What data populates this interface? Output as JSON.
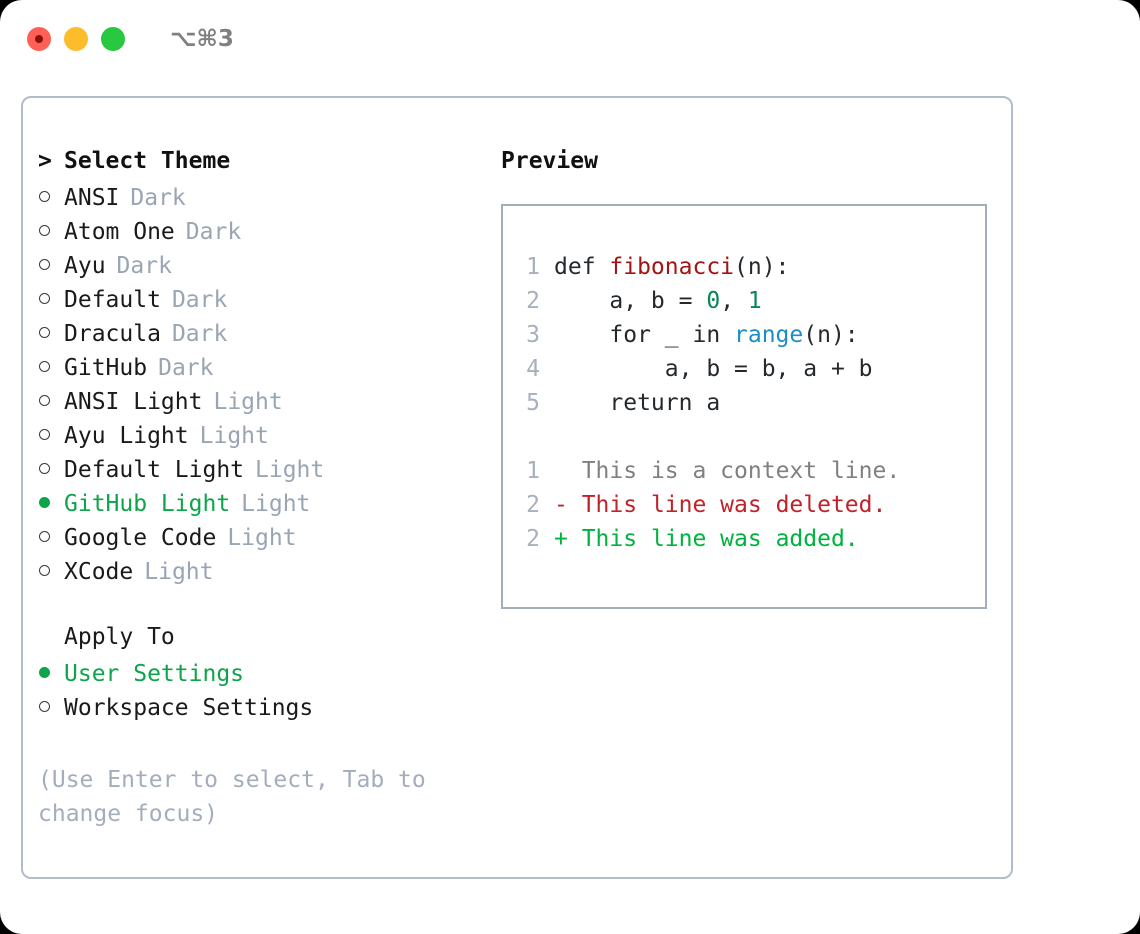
{
  "window": {
    "title": "⌥⌘3",
    "lights": [
      {
        "name": "close",
        "color": "#ff5f57"
      },
      {
        "name": "minimize",
        "color": "#fdbc2c"
      },
      {
        "name": "maximize",
        "color": "#28c840"
      }
    ]
  },
  "theme_list": {
    "heading": "Select Theme",
    "heading_marker": ">",
    "items": [
      {
        "label": "ANSI",
        "tag": "Dark",
        "selected": false
      },
      {
        "label": "Atom One",
        "tag": "Dark",
        "selected": false
      },
      {
        "label": "Ayu",
        "tag": "Dark",
        "selected": false
      },
      {
        "label": "Default",
        "tag": "Dark",
        "selected": false
      },
      {
        "label": "Dracula",
        "tag": "Dark",
        "selected": false
      },
      {
        "label": "GitHub",
        "tag": "Dark",
        "selected": false
      },
      {
        "label": "ANSI Light",
        "tag": "Light",
        "selected": false
      },
      {
        "label": "Ayu Light",
        "tag": "Light",
        "selected": false
      },
      {
        "label": "Default Light",
        "tag": "Light",
        "selected": false
      },
      {
        "label": "GitHub Light",
        "tag": "Light",
        "selected": true
      },
      {
        "label": "Google Code",
        "tag": "Light",
        "selected": false
      },
      {
        "label": "XCode",
        "tag": "Light",
        "selected": false
      }
    ]
  },
  "apply_to": {
    "heading": "Apply To",
    "items": [
      {
        "label": "User Settings",
        "selected": true
      },
      {
        "label": "Workspace Settings",
        "selected": false
      }
    ]
  },
  "hint": "(Use Enter to select, Tab to change focus)",
  "preview": {
    "title": "Preview",
    "code_lines": [
      {
        "no": "1",
        "tokens": [
          {
            "t": "def ",
            "c": "plain"
          },
          {
            "t": "fibonacci",
            "c": "fn"
          },
          {
            "t": "(n):",
            "c": "plain"
          }
        ]
      },
      {
        "no": "2",
        "tokens": [
          {
            "t": "    a, b = ",
            "c": "plain"
          },
          {
            "t": "0",
            "c": "num"
          },
          {
            "t": ", ",
            "c": "plain"
          },
          {
            "t": "1",
            "c": "num"
          }
        ]
      },
      {
        "no": "3",
        "tokens": [
          {
            "t": "    for _ in ",
            "c": "plain"
          },
          {
            "t": "range",
            "c": "bi"
          },
          {
            "t": "(n):",
            "c": "plain"
          }
        ]
      },
      {
        "no": "4",
        "tokens": [
          {
            "t": "        a, b = b, a + b",
            "c": "plain"
          }
        ]
      },
      {
        "no": "5",
        "tokens": [
          {
            "t": "    return a",
            "c": "plain"
          }
        ]
      }
    ],
    "diff_lines": [
      {
        "no": "1",
        "sign": " ",
        "text": " This is a context line.",
        "kind": "ctx"
      },
      {
        "no": "2",
        "sign": "-",
        "text": " This line was deleted.",
        "kind": "del"
      },
      {
        "no": "2",
        "sign": "+",
        "text": " This line was added.",
        "kind": "add"
      }
    ]
  },
  "colors": {
    "selected_green": "#0da44a",
    "tag_gray": "#9aa5b4",
    "hint_gray": "#a3adbb",
    "lineno_gray": "#a7b0bd",
    "border": "#b3bccb",
    "code_border": "#a3adbc",
    "fn_red": "#a31515",
    "num_teal": "#098658",
    "builtin_blue": "#1a8fc4",
    "diff_del": "#c0222a",
    "diff_add": "#00b33c",
    "diff_ctx": "#808080"
  }
}
